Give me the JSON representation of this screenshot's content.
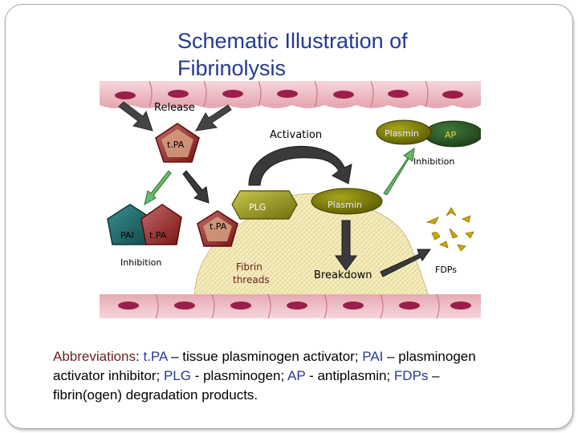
{
  "title": {
    "line1": "Schematic Illustration of",
    "line2": "Fibrinolysis"
  },
  "diagram": {
    "release": "Release",
    "tpa_top": "t.PA",
    "activation": "Activation",
    "plasmin_top": "Plasmin",
    "ap": "AP",
    "inhibition_right": "Inhibition",
    "pai": "PAI",
    "tpa_left": "t.PA",
    "inhibition_left": "Inhibition",
    "plg": "PLG",
    "plasmin_mid": "Plasmin",
    "tpa_clot": "t.PA",
    "fibrin_line1": "Fibrin",
    "fibrin_line2": "threads",
    "breakdown": "Breakdown",
    "fdps": "FDPs"
  },
  "abbreviations": {
    "heading": "Abbreviations",
    "t1": "t.PA",
    "d1": " – tissue plasminogen activator; ",
    "t2": "PAI",
    "d2": " – plasminogen activator inhibitor; ",
    "t3": "PLG",
    "d3": " - plasminogen; ",
    "t4": "AP",
    "d4": " - antiplasmin; ",
    "t5": "FDPs",
    "d5": " – fibrin(ogen) degradation products."
  },
  "colors": {
    "title": "#253a8f",
    "cell_membrane": "#f2c9cf",
    "nucleus": "#9c1e4a",
    "clot": "#f6eebf",
    "tpa": "#8e1b1b",
    "plasmin": "#7a7a00",
    "pai": "#1d6a6a",
    "ap": "#2f5a2a",
    "arrow_green": "#5aa05a",
    "arrow_dark": "#3a3a3a",
    "fdp": "#c8a800"
  }
}
